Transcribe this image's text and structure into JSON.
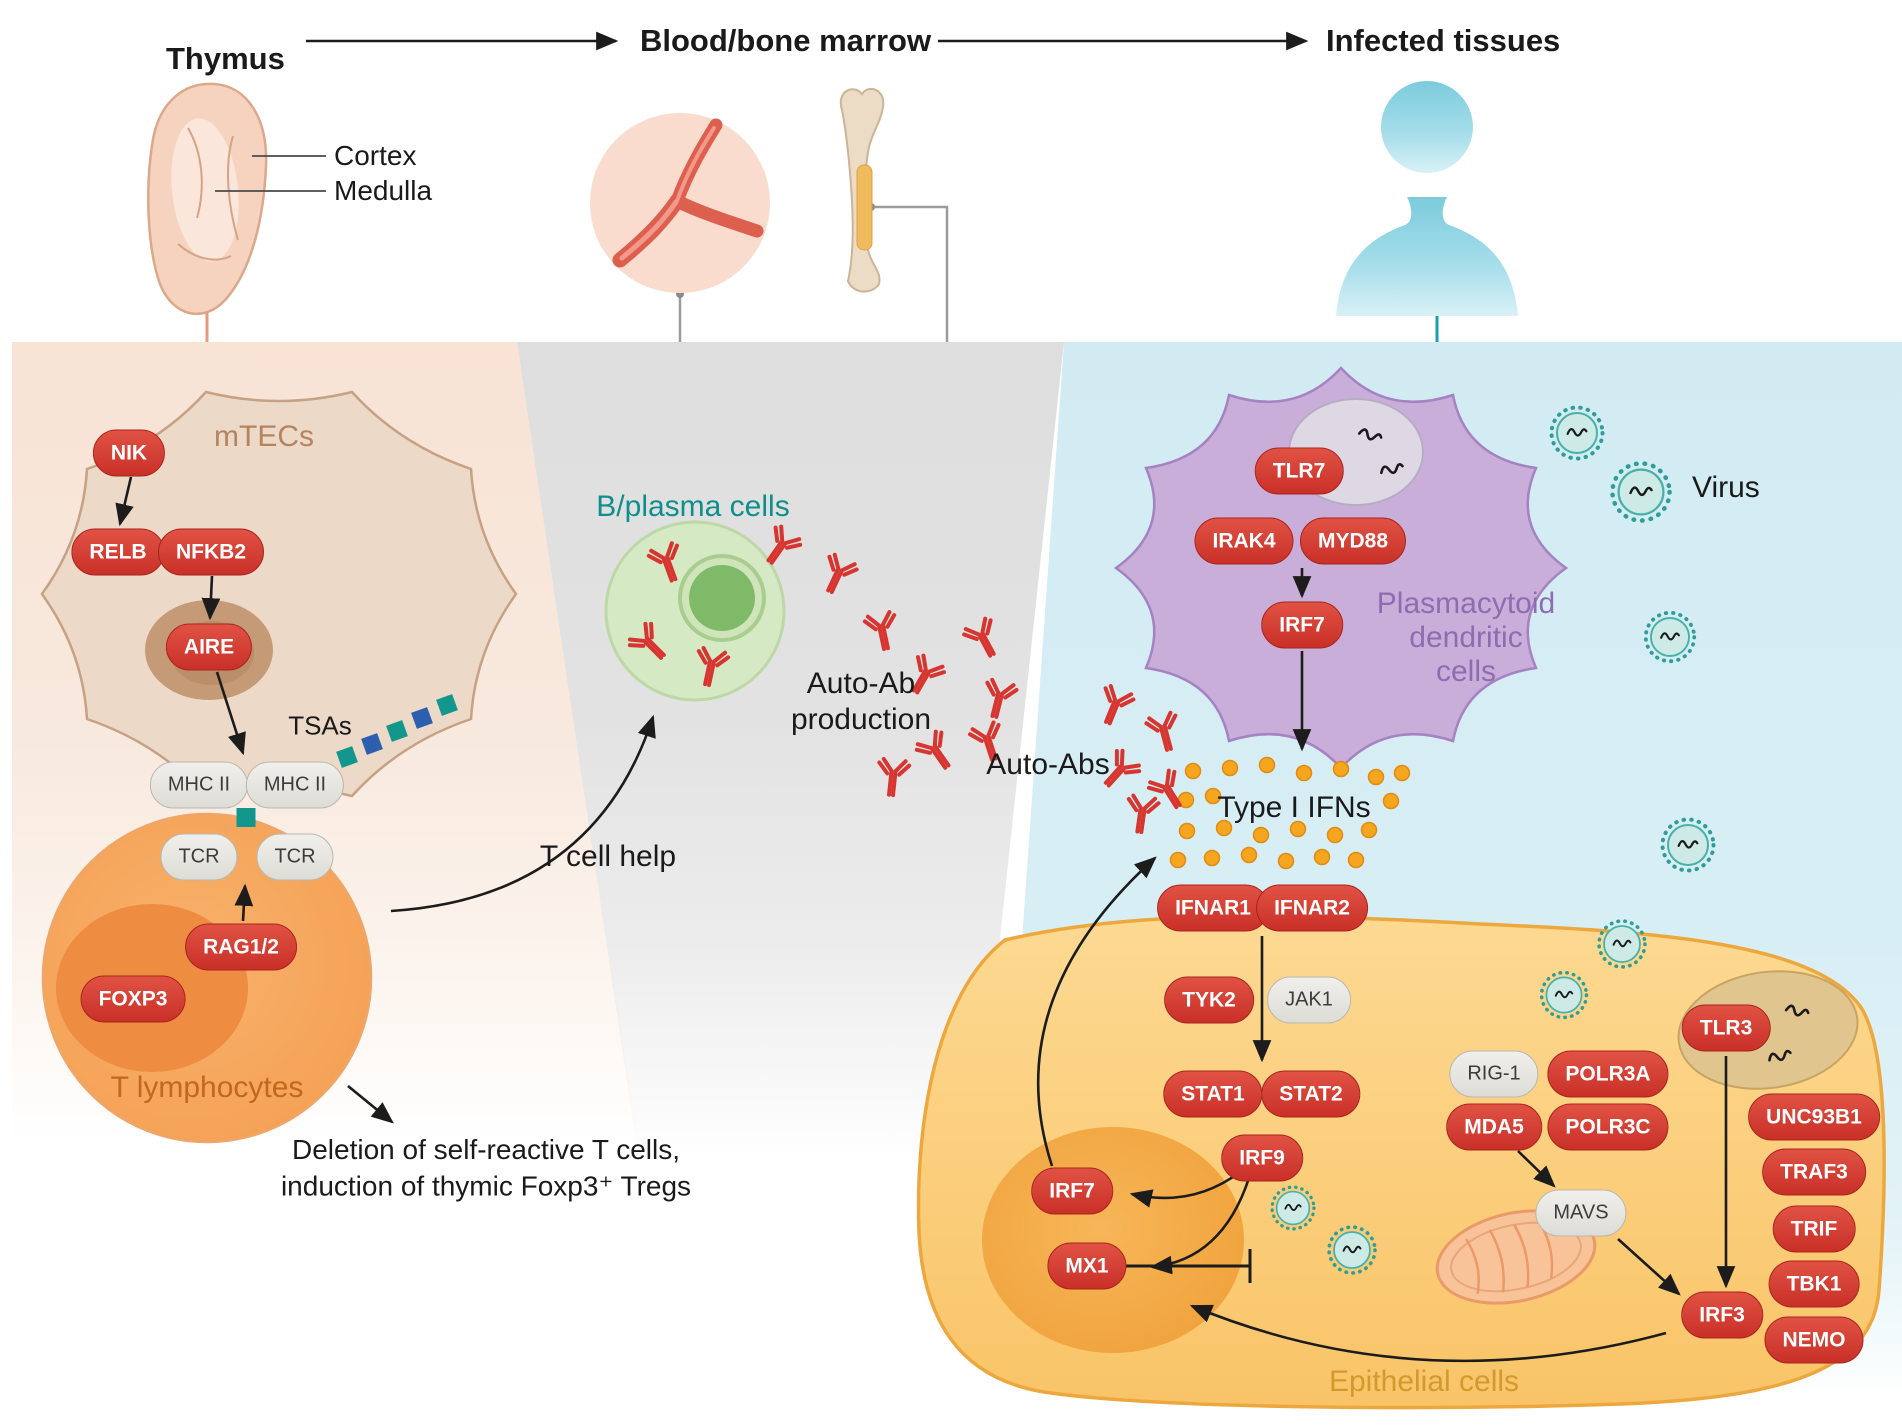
{
  "colors": {
    "pill-red": "#d53a30",
    "pill-red-border": "#a8241d",
    "pill-gray-border": "#b9b7ae",
    "panel-thymus": "#f8e3d5",
    "panel-blood": "#dcdcdc",
    "panel-infected": "#d2ebf3",
    "teal": "#0f8e8e",
    "purple-label": "#8f6bb1",
    "mtec-label": "#b5845f",
    "tcell-label": "#c2671d",
    "epithelial-label": "#d29a2e",
    "ifn-dot": "#f5a224",
    "antibody-red": "#d7352f",
    "virus-teal": "#2f9e96"
  },
  "icons": {
    "antibody": "antibody-icon",
    "virus": "virus-icon",
    "ifn_dot": "ifn-dot-icon",
    "rna": "rna-squiggle-icon"
  },
  "header": {
    "thymus": "Thymus",
    "blood": "Blood/bone marrow",
    "infected": "Infected tissues"
  },
  "thymus_panel": {
    "cortex": "Cortex",
    "medulla": "Medulla",
    "mtecs": "mTECs",
    "nik": "NIK",
    "relb": "RELB",
    "nfkb2": "NFKB2",
    "aire": "AIRE",
    "tsas": "TSAs",
    "mhc2_left": "MHC II",
    "mhc2_right": "MHC II",
    "tcr_left": "TCR",
    "tcr_right": "TCR",
    "foxp3": "FOXP3",
    "rag12": "RAG1/2",
    "t_lymphocytes": "T lymphocytes",
    "deletion_line1": "Deletion of self-reactive T cells,",
    "deletion_line2": "induction of thymic Foxp3⁺ Tregs"
  },
  "blood_panel": {
    "b_plasma_cells": "B/plasma cells",
    "auto_ab_line1": "Auto-Ab",
    "auto_ab_line2": "production",
    "t_cell_help": "T cell help"
  },
  "infected_panel": {
    "virus": "Virus",
    "auto_abs": "Auto-Abs",
    "type_i_ifns": "Type I IFNs",
    "pdc_line1": "Plasmacytoid",
    "pdc_line2": "dendritic",
    "pdc_line3": "cells",
    "tlr7": "TLR7",
    "irak4": "IRAK4",
    "myd88": "MYD88",
    "irf7_pdc": "IRF7",
    "epithelial_cells": "Epithelial cells",
    "ifnar1": "IFNAR1",
    "ifnar2": "IFNAR2",
    "tyk2": "TYK2",
    "jak1": "JAK1",
    "stat1": "STAT1",
    "stat2": "STAT2",
    "irf9": "IRF9",
    "irf7": "IRF7",
    "mx1": "MX1",
    "rig1": "RIG-1",
    "polr3a": "POLR3A",
    "mda5": "MDA5",
    "polr3c": "POLR3C",
    "mavs": "MAVS",
    "tlr3": "TLR3",
    "unc93b1": "UNC93B1",
    "traf3": "TRAF3",
    "trif": "TRIF",
    "tbk1": "TBK1",
    "nemo": "NEMO",
    "irf3": "IRF3"
  }
}
